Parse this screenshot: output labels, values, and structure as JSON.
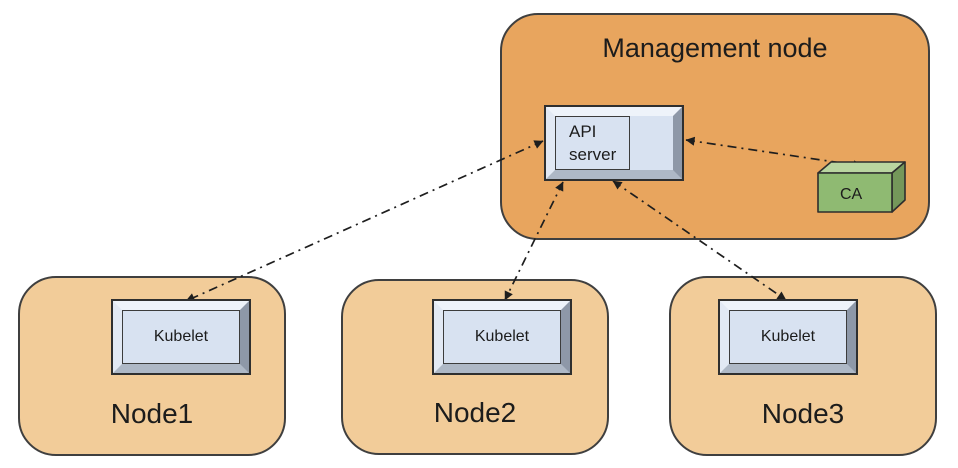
{
  "diagram": {
    "management_node": {
      "label": "Management node",
      "api_server": {
        "label": "API server"
      },
      "ca": {
        "label": "CA"
      }
    },
    "worker_nodes": [
      {
        "label": "Node1",
        "component": "Kubelet"
      },
      {
        "label": "Node2",
        "component": "Kubelet"
      },
      {
        "label": "Node3",
        "component": "Kubelet"
      }
    ],
    "connections": [
      {
        "from": "API server",
        "to": "Kubelet (Node1)",
        "style": "dash-dot",
        "bidirectional": true
      },
      {
        "from": "API server",
        "to": "Kubelet (Node2)",
        "style": "dash-dot",
        "bidirectional": true
      },
      {
        "from": "API server",
        "to": "Kubelet (Node3)",
        "style": "dash-dot",
        "bidirectional": true
      },
      {
        "from": "API server",
        "to": "CA",
        "style": "dash-dot",
        "bidirectional": true
      }
    ],
    "colors": {
      "management_node_fill": "#e8a55e",
      "worker_node_fill": "#f2cc99",
      "node_border": "#3f3f3f",
      "component_face": "#d8e2f1",
      "component_bevel_light": "#eef3fa",
      "component_bevel_dark": "#8e98a8",
      "ca_front": "#8fba72",
      "ca_top": "#b9d5a0",
      "ca_side": "#74975a",
      "arrow": "#1e1e1e",
      "text": "#1c1c1c",
      "background": "#ffffff"
    }
  }
}
